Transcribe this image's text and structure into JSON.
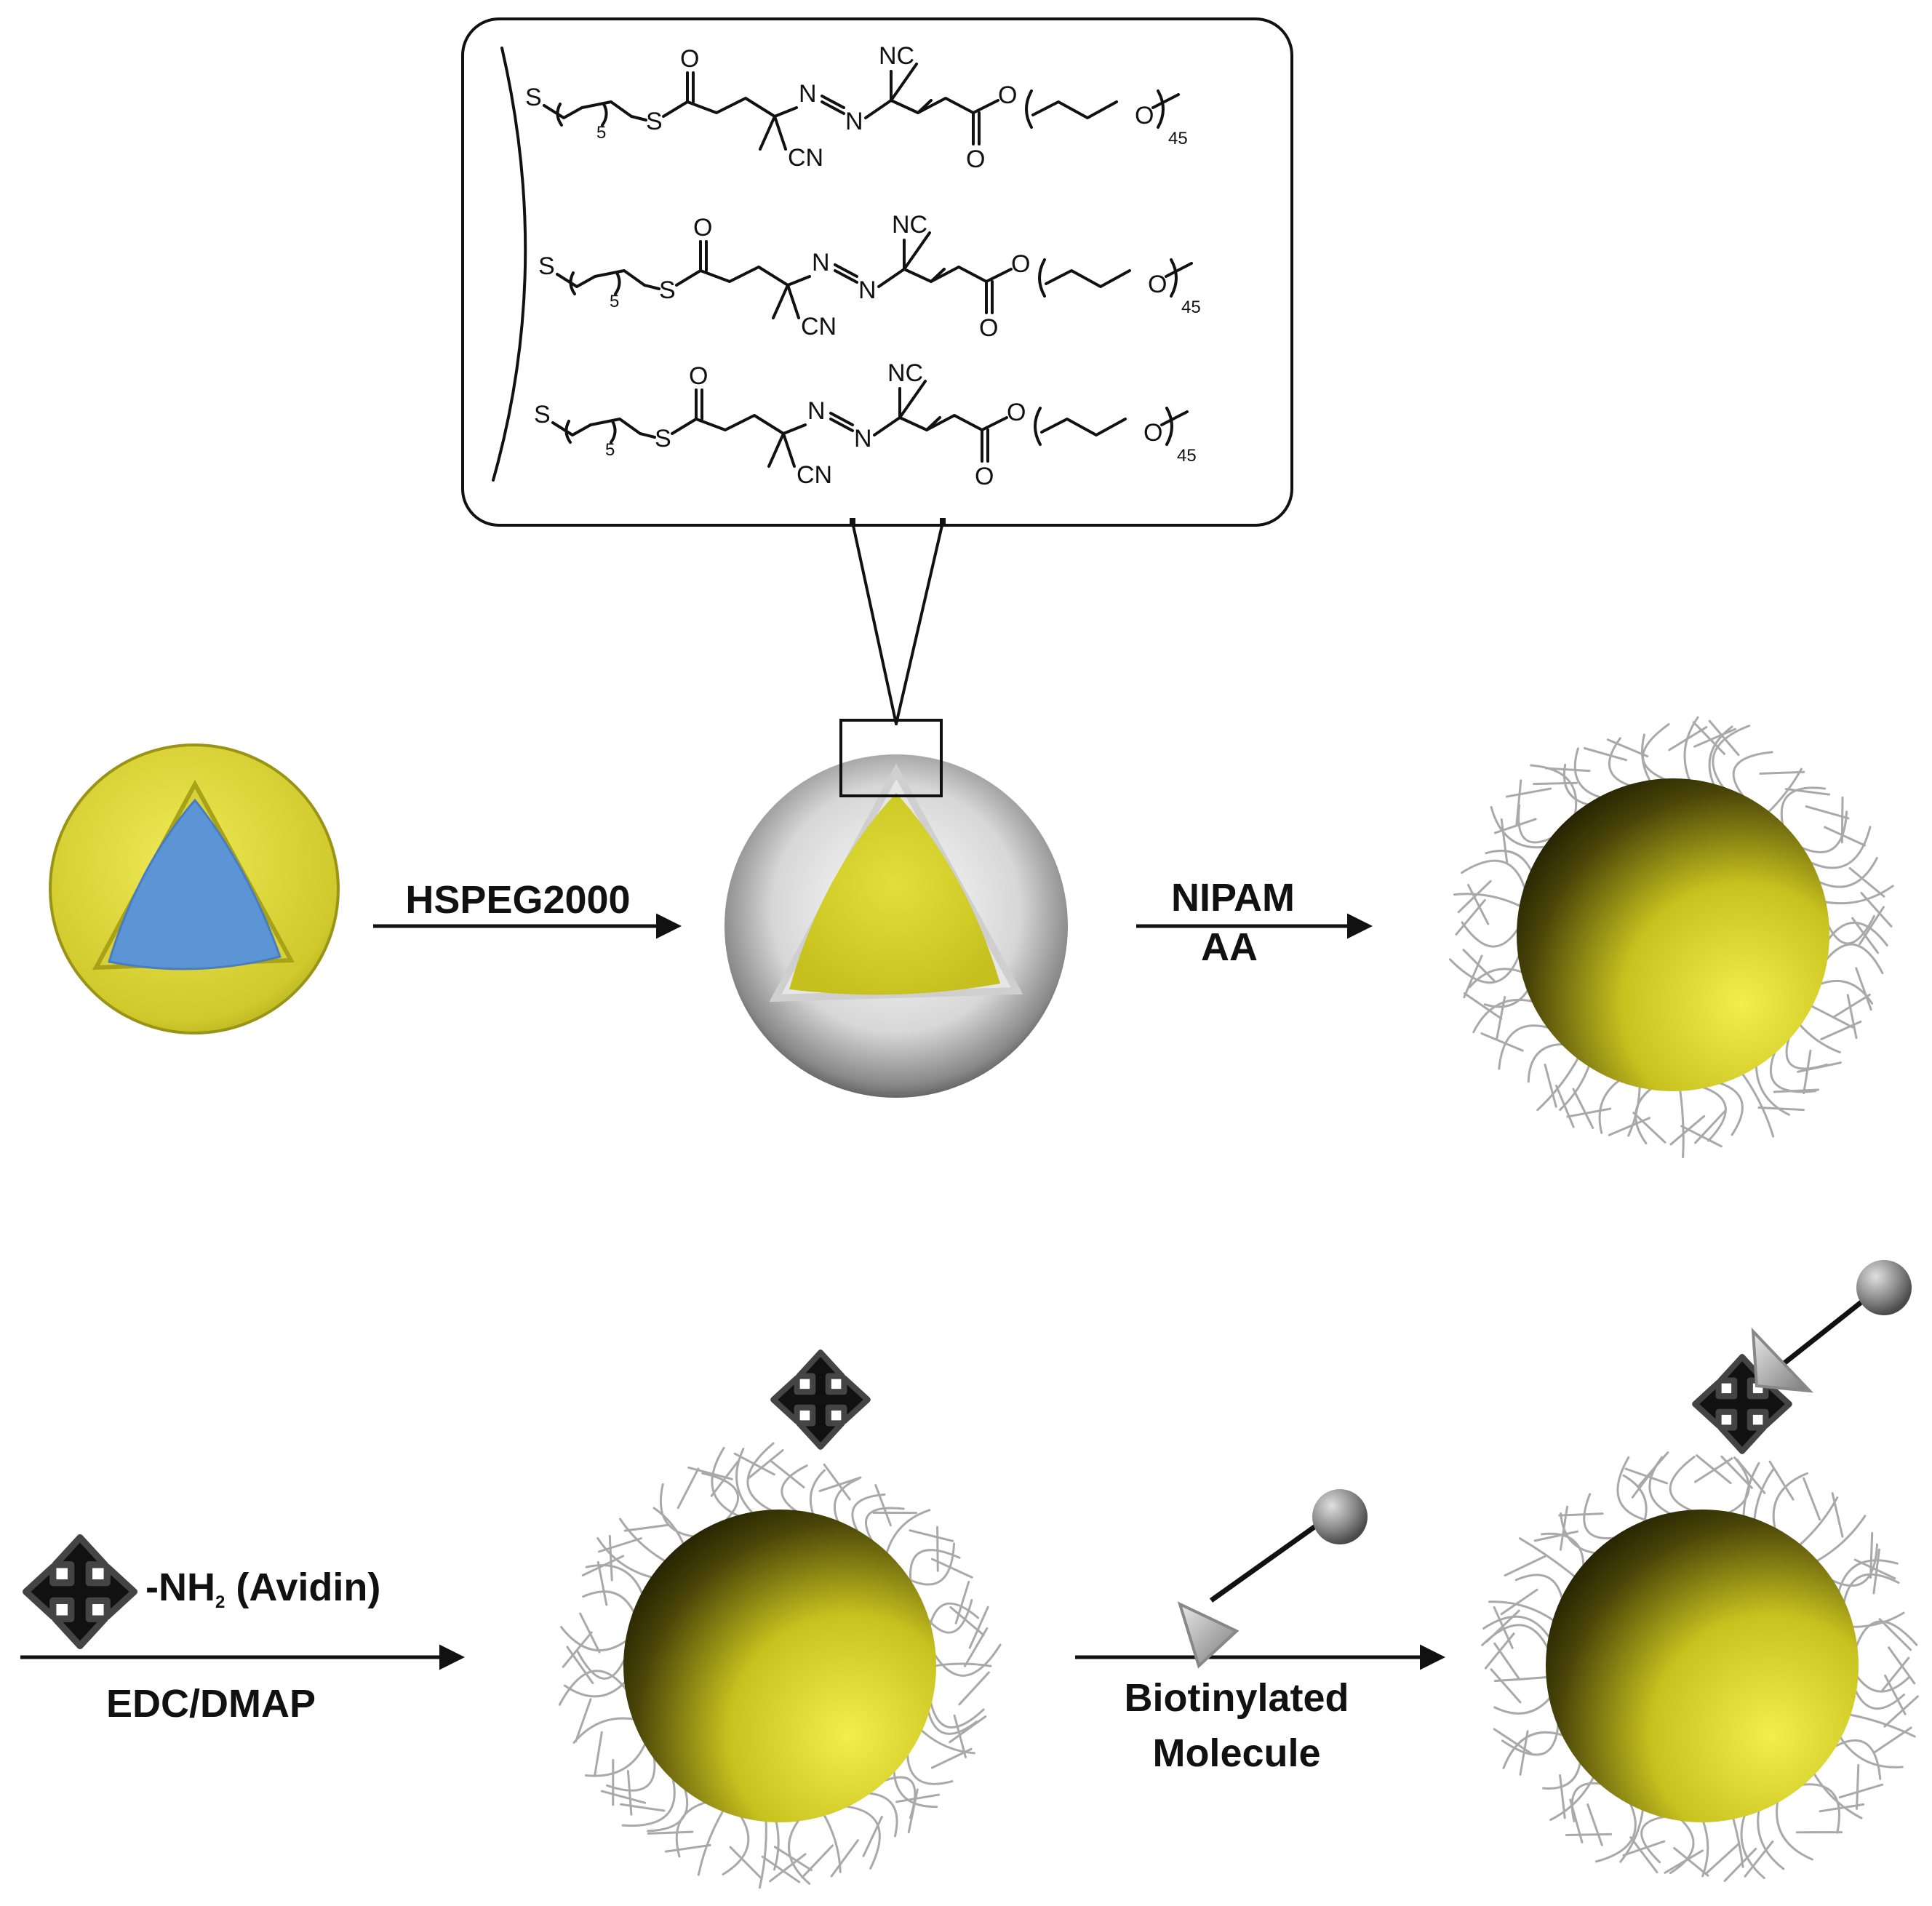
{
  "step_labels": {
    "hspeg": "HSPEG2000",
    "nipam": "NIPAM",
    "aa": "AA",
    "avidin": "-NH",
    "avidin_sub": "2",
    "avidin_tail": " (Avidin)",
    "edc": "EDC/DMAP",
    "biotin_line1": "Biotinylated",
    "biotin_line2": "Molecule"
  },
  "chemical_structure": {
    "sulfur": "S",
    "oxygen": "O",
    "nitrogen": "N",
    "nitrile": "CN",
    "isonitrile_label": "NC",
    "methylene_count": "5",
    "peg_repeat": "45"
  },
  "colors": {
    "gold": "#d9d32a",
    "gold_dark": "#2d2a05",
    "silica_blue": "#5b95d6",
    "shell_gray": "#9a9a9a",
    "polymer_hair": "#a9a9a9",
    "biotin_sphere": "#8a8a8a"
  },
  "icons": {
    "avidin": "four-way-arrow-icon",
    "biotin": "triangle-ball-icon"
  }
}
